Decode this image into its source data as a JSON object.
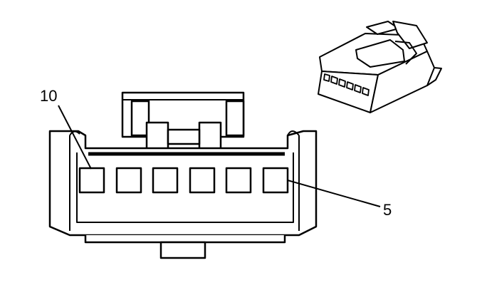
{
  "callouts": {
    "pin_start": "10",
    "pin_end": "5"
  },
  "cavities": 6,
  "colors": {
    "line": "#000000",
    "background": "#ffffff"
  }
}
